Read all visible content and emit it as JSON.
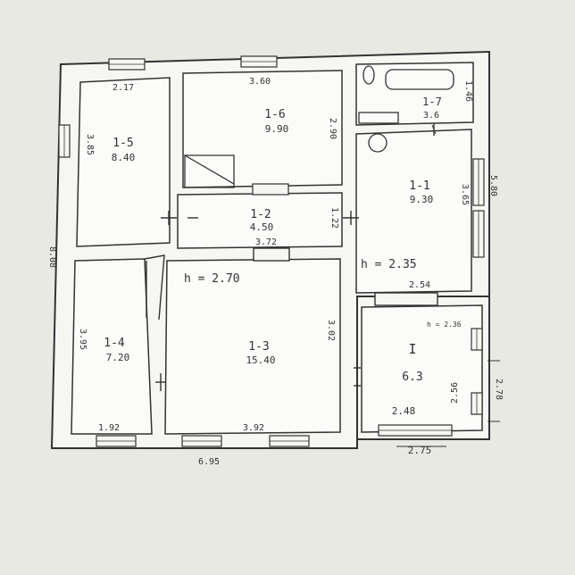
{
  "rooms": [
    {
      "id": "1-1",
      "label": "1-1",
      "area": "9.30"
    },
    {
      "id": "1-2",
      "label": "1-2",
      "area": "4.50"
    },
    {
      "id": "1-3",
      "label": "1-3",
      "area": "15.40"
    },
    {
      "id": "1-4",
      "label": "1-4",
      "area": "7.20"
    },
    {
      "id": "1-5",
      "label": "1-5",
      "area": "8.40"
    },
    {
      "id": "1-6",
      "label": "1-6",
      "area": "9.90"
    },
    {
      "id": "1-7",
      "label": "1-7",
      "area": "3.6"
    },
    {
      "id": "I",
      "label": "I",
      "area": "6.3"
    }
  ],
  "dimensions": {
    "d_217": "2.17",
    "d_360": "3.60",
    "d_385": "3.85",
    "d_808": "8.08",
    "d_290": "2.90",
    "d_146": "1.46",
    "d_565": "3.65",
    "d_580": "5.80",
    "d_122": "1.22",
    "d_372": "3.72",
    "d_254": "2.54",
    "d_395": "3.95",
    "d_392": "3.92",
    "d_302": "3.02",
    "d_192": "1.92",
    "d_256": "2.56",
    "d_278": "2.78",
    "d_248": "2.48",
    "d_275": "2.75",
    "d_695": "6.95"
  },
  "heights": {
    "h_main": "h = 2.70",
    "h_right": "h = 2.35",
    "h_vest": "h = 2.36"
  },
  "colors": {
    "paper": "#e9e9e4",
    "ink": "#333333",
    "wall_fill": "#f6f6f3"
  }
}
